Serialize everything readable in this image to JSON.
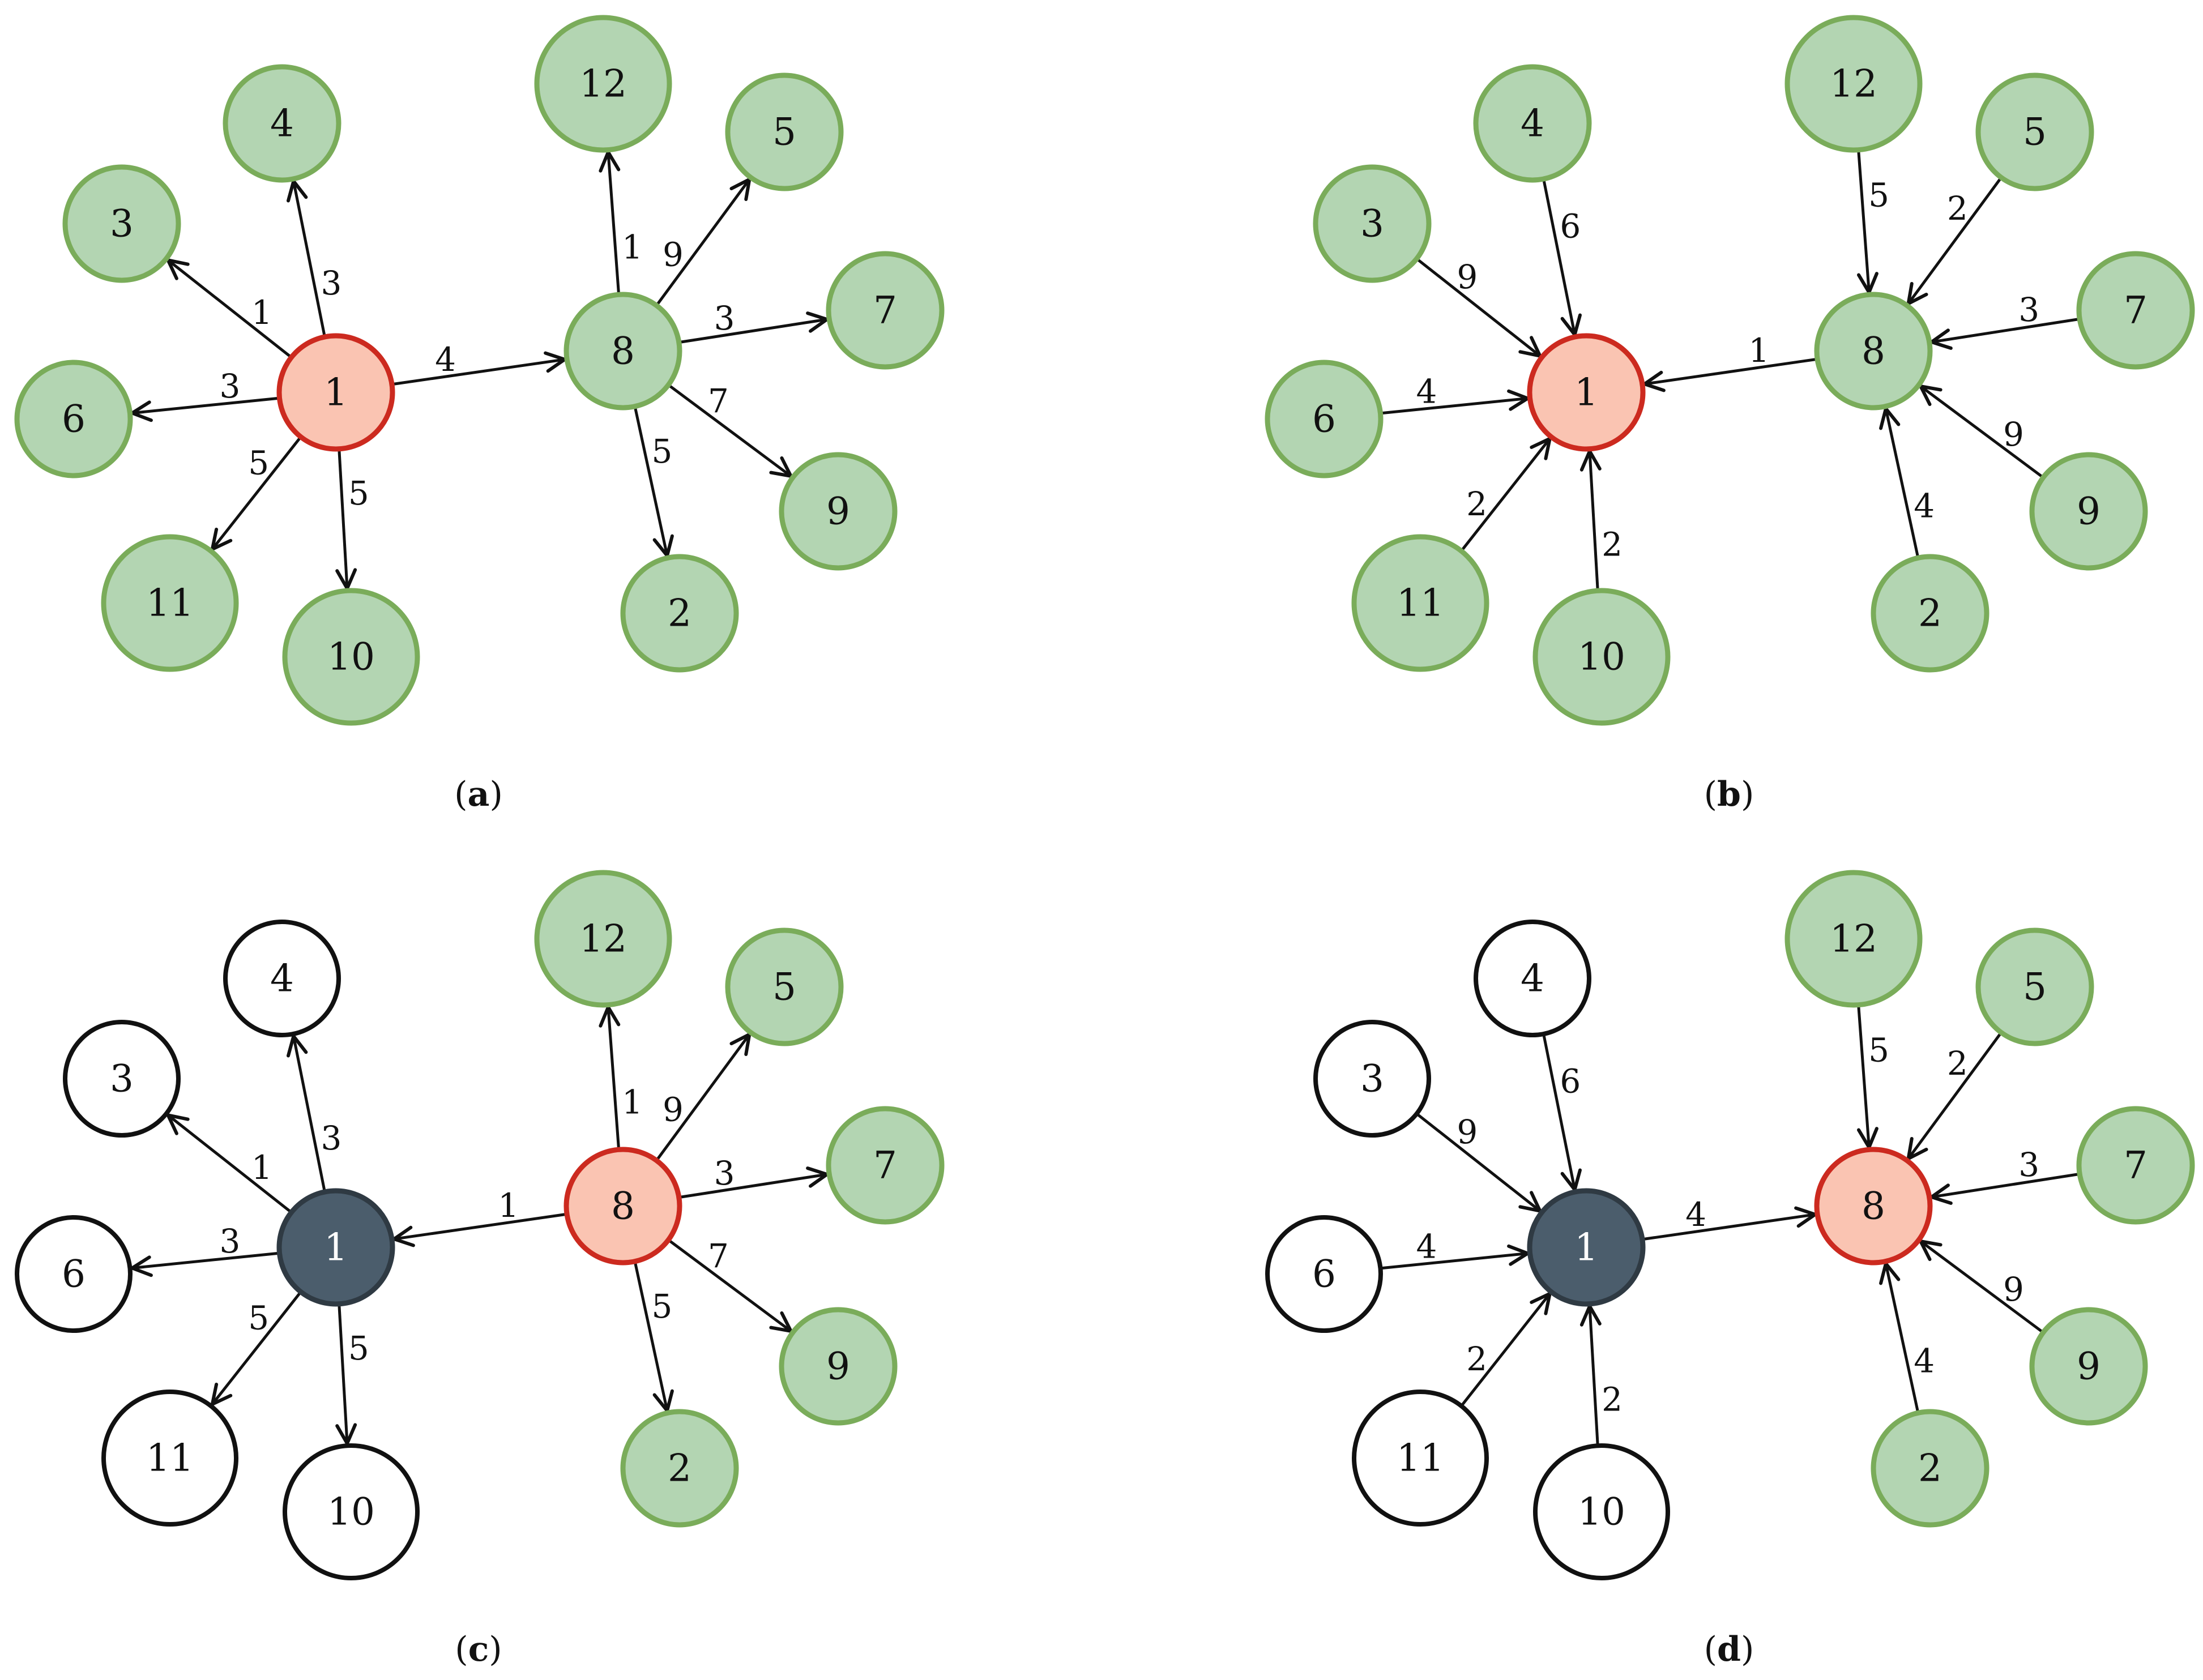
{
  "colors": {
    "source_fill": "#fac4b2",
    "source_stroke": "#cc2a1f",
    "default_fill": "#b3d5b2",
    "default_stroke": "#7aac5a",
    "visited_fill": "#4b5d6c",
    "visited_stroke": "#2f3a43",
    "unvisited_fill": "#ffffff",
    "unvisited_stroke": "#111111",
    "edge": "#111111"
  },
  "panels": [
    {
      "caption": "(a)",
      "nodes": [
        {
          "id": "1",
          "label": "1",
          "state": "source"
        },
        {
          "id": "3",
          "label": "3",
          "state": "default"
        },
        {
          "id": "4",
          "label": "4",
          "state": "default"
        },
        {
          "id": "6",
          "label": "6",
          "state": "default"
        },
        {
          "id": "11",
          "label": "11",
          "state": "default"
        },
        {
          "id": "10",
          "label": "10",
          "state": "default"
        },
        {
          "id": "8",
          "label": "8",
          "state": "default"
        },
        {
          "id": "12",
          "label": "12",
          "state": "default"
        },
        {
          "id": "5",
          "label": "5",
          "state": "default"
        },
        {
          "id": "7",
          "label": "7",
          "state": "default"
        },
        {
          "id": "9",
          "label": "9",
          "state": "default"
        },
        {
          "id": "2",
          "label": "2",
          "state": "default"
        }
      ],
      "edges": [
        {
          "from": "1",
          "to": "3",
          "weight": "1"
        },
        {
          "from": "1",
          "to": "4",
          "weight": "3"
        },
        {
          "from": "1",
          "to": "6",
          "weight": "3"
        },
        {
          "from": "1",
          "to": "11",
          "weight": "5"
        },
        {
          "from": "1",
          "to": "10",
          "weight": "5"
        },
        {
          "from": "1",
          "to": "8",
          "weight": "4"
        },
        {
          "from": "8",
          "to": "12",
          "weight": "1"
        },
        {
          "from": "8",
          "to": "5",
          "weight": "9"
        },
        {
          "from": "8",
          "to": "7",
          "weight": "3"
        },
        {
          "from": "8",
          "to": "9",
          "weight": "7"
        },
        {
          "from": "8",
          "to": "2",
          "weight": "5"
        }
      ]
    },
    {
      "caption": "(b)",
      "nodes": [
        {
          "id": "1",
          "label": "1",
          "state": "source"
        },
        {
          "id": "3",
          "label": "3",
          "state": "default"
        },
        {
          "id": "4",
          "label": "4",
          "state": "default"
        },
        {
          "id": "6",
          "label": "6",
          "state": "default"
        },
        {
          "id": "11",
          "label": "11",
          "state": "default"
        },
        {
          "id": "10",
          "label": "10",
          "state": "default"
        },
        {
          "id": "8",
          "label": "8",
          "state": "default"
        },
        {
          "id": "12",
          "label": "12",
          "state": "default"
        },
        {
          "id": "5",
          "label": "5",
          "state": "default"
        },
        {
          "id": "7",
          "label": "7",
          "state": "default"
        },
        {
          "id": "9",
          "label": "9",
          "state": "default"
        },
        {
          "id": "2",
          "label": "2",
          "state": "default"
        }
      ],
      "edges": [
        {
          "from": "3",
          "to": "1",
          "weight": "9"
        },
        {
          "from": "4",
          "to": "1",
          "weight": "6"
        },
        {
          "from": "6",
          "to": "1",
          "weight": "4"
        },
        {
          "from": "11",
          "to": "1",
          "weight": "2"
        },
        {
          "from": "10",
          "to": "1",
          "weight": "2"
        },
        {
          "from": "8",
          "to": "1",
          "weight": "1"
        },
        {
          "from": "12",
          "to": "8",
          "weight": "5"
        },
        {
          "from": "5",
          "to": "8",
          "weight": "2"
        },
        {
          "from": "7",
          "to": "8",
          "weight": "3"
        },
        {
          "from": "9",
          "to": "8",
          "weight": "9"
        },
        {
          "from": "2",
          "to": "8",
          "weight": "4"
        }
      ]
    },
    {
      "caption": "(c)",
      "nodes": [
        {
          "id": "1",
          "label": "1",
          "state": "visited"
        },
        {
          "id": "3",
          "label": "3",
          "state": "unvisited"
        },
        {
          "id": "4",
          "label": "4",
          "state": "unvisited"
        },
        {
          "id": "6",
          "label": "6",
          "state": "unvisited"
        },
        {
          "id": "11",
          "label": "11",
          "state": "unvisited"
        },
        {
          "id": "10",
          "label": "10",
          "state": "unvisited"
        },
        {
          "id": "8",
          "label": "8",
          "state": "source"
        },
        {
          "id": "12",
          "label": "12",
          "state": "default"
        },
        {
          "id": "5",
          "label": "5",
          "state": "default"
        },
        {
          "id": "7",
          "label": "7",
          "state": "default"
        },
        {
          "id": "9",
          "label": "9",
          "state": "default"
        },
        {
          "id": "2",
          "label": "2",
          "state": "default"
        }
      ],
      "edges": [
        {
          "from": "1",
          "to": "3",
          "weight": "1"
        },
        {
          "from": "1",
          "to": "4",
          "weight": "3"
        },
        {
          "from": "1",
          "to": "6",
          "weight": "3"
        },
        {
          "from": "1",
          "to": "11",
          "weight": "5"
        },
        {
          "from": "1",
          "to": "10",
          "weight": "5"
        },
        {
          "from": "8",
          "to": "1",
          "weight": "1"
        },
        {
          "from": "8",
          "to": "12",
          "weight": "1"
        },
        {
          "from": "8",
          "to": "5",
          "weight": "9"
        },
        {
          "from": "8",
          "to": "7",
          "weight": "3"
        },
        {
          "from": "8",
          "to": "9",
          "weight": "7"
        },
        {
          "from": "8",
          "to": "2",
          "weight": "5"
        }
      ]
    },
    {
      "caption": "(d)",
      "nodes": [
        {
          "id": "1",
          "label": "1",
          "state": "visited"
        },
        {
          "id": "3",
          "label": "3",
          "state": "unvisited"
        },
        {
          "id": "4",
          "label": "4",
          "state": "unvisited"
        },
        {
          "id": "6",
          "label": "6",
          "state": "unvisited"
        },
        {
          "id": "11",
          "label": "11",
          "state": "unvisited"
        },
        {
          "id": "10",
          "label": "10",
          "state": "unvisited"
        },
        {
          "id": "8",
          "label": "8",
          "state": "source"
        },
        {
          "id": "12",
          "label": "12",
          "state": "default"
        },
        {
          "id": "5",
          "label": "5",
          "state": "default"
        },
        {
          "id": "7",
          "label": "7",
          "state": "default"
        },
        {
          "id": "9",
          "label": "9",
          "state": "default"
        },
        {
          "id": "2",
          "label": "2",
          "state": "default"
        }
      ],
      "edges": [
        {
          "from": "3",
          "to": "1",
          "weight": "9"
        },
        {
          "from": "4",
          "to": "1",
          "weight": "6"
        },
        {
          "from": "6",
          "to": "1",
          "weight": "4"
        },
        {
          "from": "11",
          "to": "1",
          "weight": "2"
        },
        {
          "from": "10",
          "to": "1",
          "weight": "2"
        },
        {
          "from": "1",
          "to": "8",
          "weight": "4"
        },
        {
          "from": "12",
          "to": "8",
          "weight": "5"
        },
        {
          "from": "5",
          "to": "8",
          "weight": "2"
        },
        {
          "from": "7",
          "to": "8",
          "weight": "3"
        },
        {
          "from": "9",
          "to": "8",
          "weight": "9"
        },
        {
          "from": "2",
          "to": "8",
          "weight": "4"
        }
      ]
    }
  ]
}
